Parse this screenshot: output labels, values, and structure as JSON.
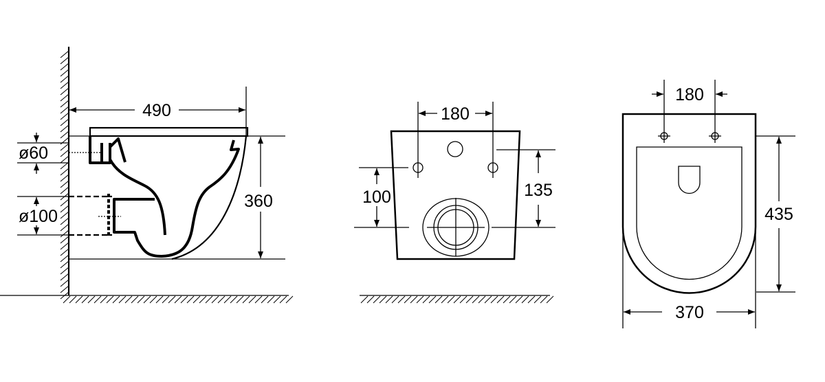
{
  "side_view": {
    "depth_label": "490",
    "height_label": "360",
    "inlet_label": "ø60",
    "outlet_label": "ø100"
  },
  "front_view": {
    "bolt_spacing_label": "180",
    "outlet_height_label": "100",
    "bolt_to_outlet_label": "135"
  },
  "top_view": {
    "bolt_spacing_label": "180",
    "length_label": "435",
    "width_label": "370"
  },
  "colors": {
    "line": "#000000",
    "background": "#ffffff"
  }
}
